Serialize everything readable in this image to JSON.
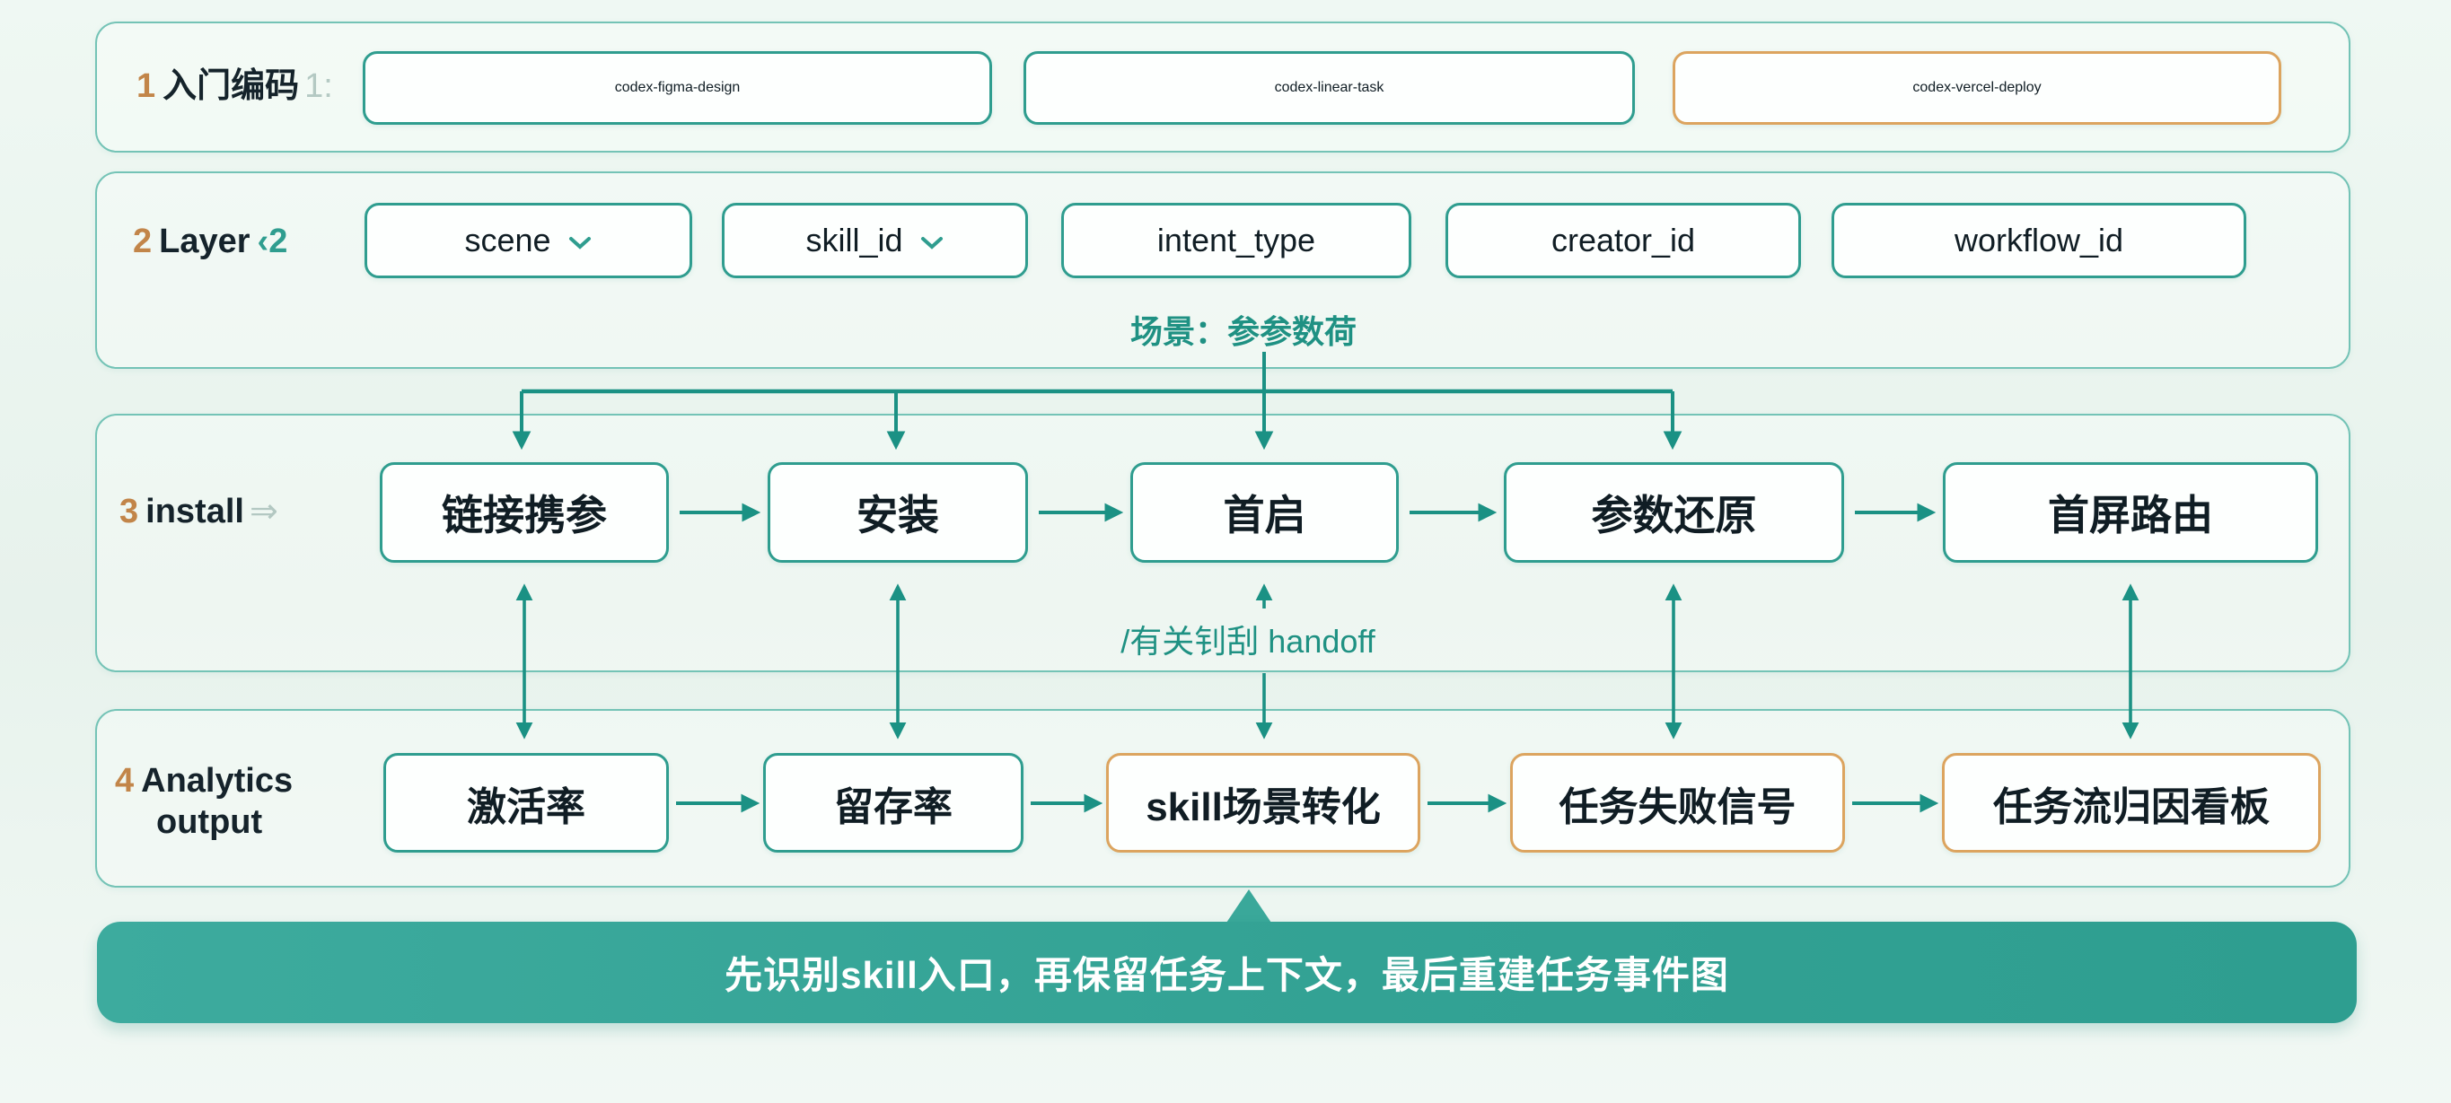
{
  "palette": {
    "teal_border": "#2f9d8f",
    "orange_border": "#dca45f",
    "panel_border": "#74c3b6",
    "arrow": "#1b9184",
    "banner_bg": "#35a496",
    "number_orange": "#c28549",
    "note_teal": "#1f9183",
    "text_dark": "#15232b",
    "background": "#eaf4ef"
  },
  "icons": {
    "chevron_down": "⌄"
  },
  "rows": [
    {
      "label": {
        "number": "1",
        "text": "入门编码",
        "suffix": "1:"
      },
      "boxes": [
        {
          "label": "codex-figma-design",
          "accent": "teal"
        },
        {
          "label": "codex-linear-task",
          "accent": "teal"
        },
        {
          "label": "codex-vercel-deploy",
          "accent": "orange"
        }
      ]
    },
    {
      "label": {
        "number": "2",
        "text": "Layer",
        "suffix": "‹2"
      },
      "boxes": [
        {
          "label": "scene",
          "accent": "teal",
          "dropdown": true
        },
        {
          "label": "skill_id",
          "accent": "teal",
          "dropdown": true
        },
        {
          "label": "intent_type",
          "accent": "teal"
        },
        {
          "label": "creator_id",
          "accent": "teal"
        },
        {
          "label": "workflow_id",
          "accent": "teal"
        }
      ],
      "note": "场景：参参数荷"
    },
    {
      "label": {
        "number": "3",
        "text": "install",
        "suffix": "⇒"
      },
      "boxes": [
        {
          "label": "链接携参",
          "accent": "teal"
        },
        {
          "label": "安装",
          "accent": "teal"
        },
        {
          "label": "首启",
          "accent": "teal"
        },
        {
          "label": "参数还原",
          "accent": "teal"
        },
        {
          "label": "首屏路由",
          "accent": "teal"
        }
      ],
      "note": "/有关钊刮 handoff"
    },
    {
      "label": {
        "number": "4",
        "text": "Analytics",
        "text2": "output"
      },
      "boxes": [
        {
          "label": "激活率",
          "accent": "teal"
        },
        {
          "label": "留存率",
          "accent": "teal"
        },
        {
          "label": "skill场景转化",
          "accent": "orange"
        },
        {
          "label": "任务失败信号",
          "accent": "orange"
        },
        {
          "label": "任务流归因看板",
          "accent": "orange"
        }
      ]
    }
  ],
  "banner": {
    "text": "先识别skill入口，再保留任务上下文，最后重建任务事件图"
  }
}
